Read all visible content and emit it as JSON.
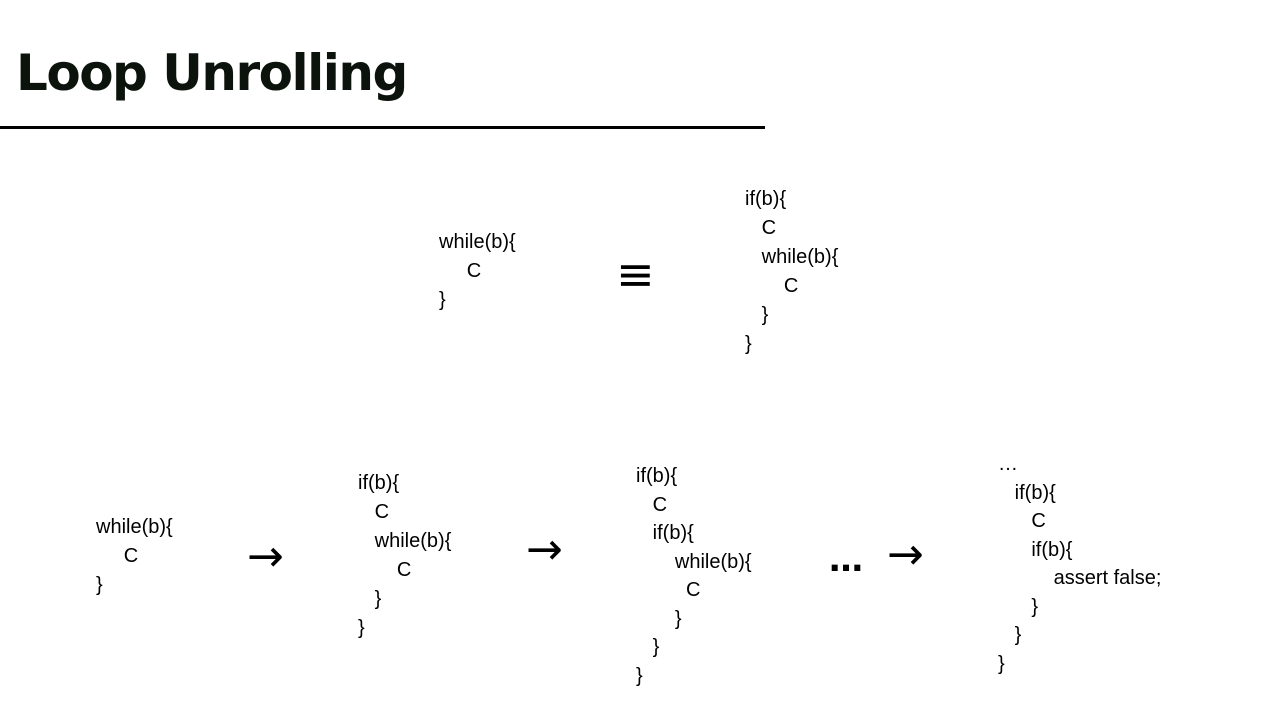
{
  "slide": {
    "title": "Loop Unrolling"
  },
  "top": {
    "loop_lines": [
      "while(b){",
      "     C",
      "}"
    ],
    "equiv_symbol": "≡",
    "unrolled_lines": [
      "if(b){",
      "   C",
      "   while(b){",
      "       C",
      "   }",
      "}"
    ]
  },
  "bottom": {
    "step1_lines": [
      "while(b){",
      "     C",
      "}"
    ],
    "arrow_1": "→",
    "step2_lines": [
      "if(b){",
      "   C",
      "   while(b){",
      "       C",
      "   }",
      "}"
    ],
    "arrow_2": "→",
    "step3_lines": [
      "if(b){",
      "   C",
      "   if(b){",
      "       while(b){",
      "         C",
      "       }",
      "   }",
      "}"
    ],
    "ellipsis": "…",
    "arrow_3": "→",
    "step4_lines": [
      "…",
      "   if(b){",
      "      C",
      "      if(b){",
      "          assert false;",
      "      }",
      "   }",
      "}"
    ]
  }
}
